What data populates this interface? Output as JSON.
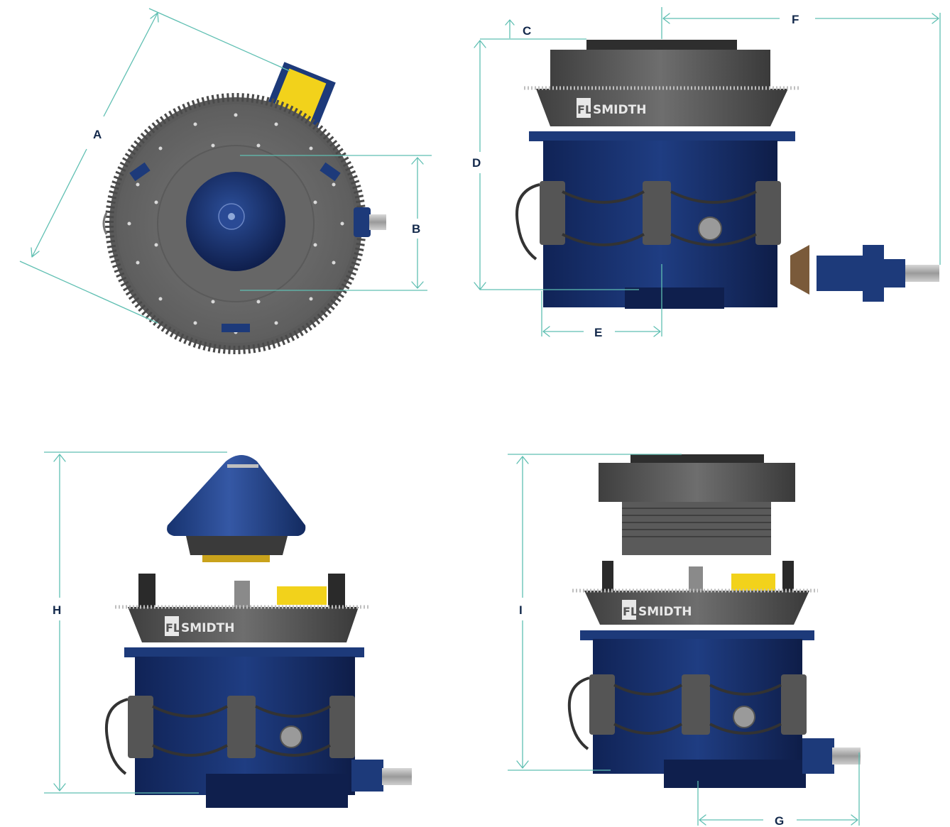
{
  "colors": {
    "dimension_line": "#5fbfb2",
    "label": "#13294b",
    "machine_blue": "#1d3a7a",
    "machine_blue_dark": "#0f1f4d",
    "steel_gray": "#6b6b6b",
    "steel_dark": "#444444",
    "accent_yellow": "#f2d21b"
  },
  "dimensions": {
    "A": "A",
    "B": "B",
    "C": "C",
    "D": "D",
    "E": "E",
    "F": "F",
    "G": "G",
    "H": "H",
    "I": "I"
  },
  "logo": {
    "fl": "FL",
    "smidth": "SMIDTH"
  },
  "icons": {
    "top_view": "crusher-top-view-icon",
    "side_view": "crusher-side-view-icon",
    "head_removed": "crusher-head-removed-icon",
    "bowl_removed": "crusher-bowl-removed-icon"
  }
}
